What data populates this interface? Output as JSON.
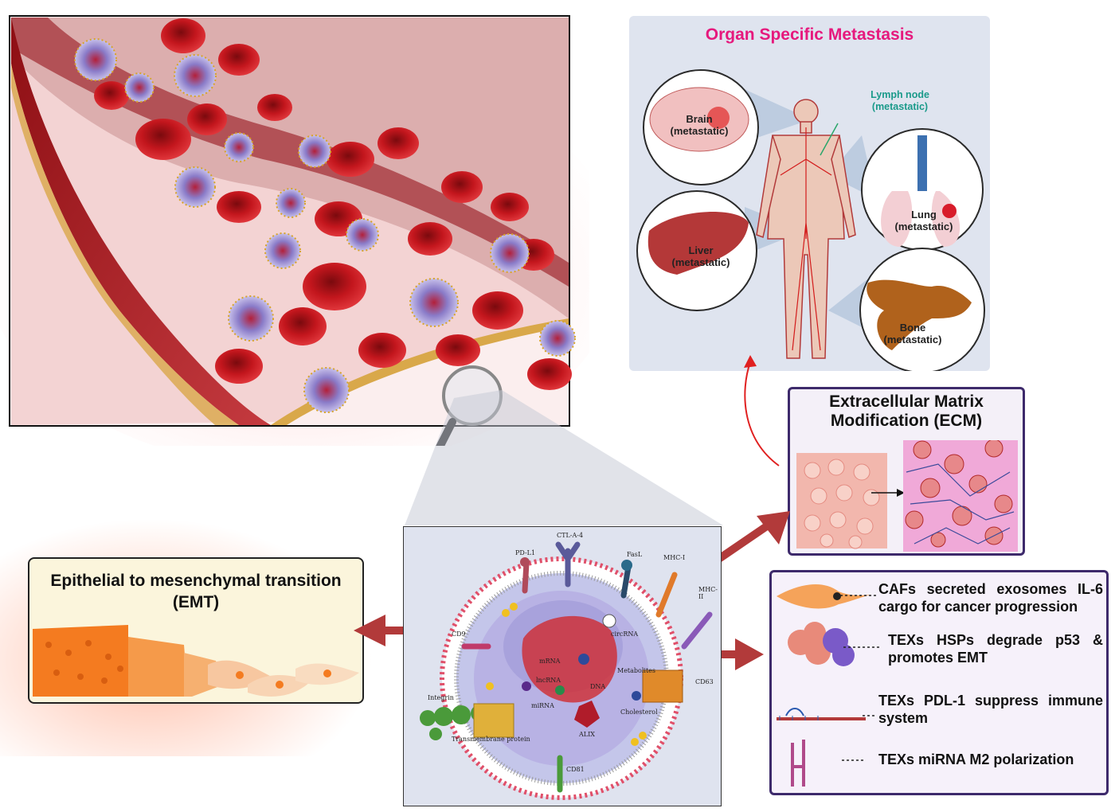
{
  "metastasis": {
    "title": "Organ Specific Metastasis",
    "lymph": "Lymph node\n(metastatic)",
    "brain": "Brain\n(metastatic)",
    "liver": "Liver\n(metastatic)",
    "lung": "Lung\n(metastatic)",
    "bone": "Bone\n(metastatic)"
  },
  "ecm": {
    "title": "Extracellular Matrix\nModification (ECM)"
  },
  "emt": {
    "title": "Epithelial to mesenchymal transition\n(EMT)"
  },
  "exosome_labels": {
    "ctla4": "CTL-A-4",
    "pdl1": "PD-L1",
    "fasl": "FasL",
    "mhc1": "MHC-I",
    "mhc2": "MHC-II",
    "cd9": "CD9",
    "cd63": "CD63",
    "cd81": "CD81",
    "circrna": "circRNA",
    "mrna": "mRNA",
    "lncrna": "lncRNA",
    "mirna": "miRNA",
    "dna": "DNA",
    "metabolites": "Metabolites",
    "alix": "ALIX",
    "cholesterol": "Cholesterol",
    "integrin": "Integrin",
    "transmembrane": "Transmembrane protein"
  },
  "legend": [
    {
      "line1": "CAFs secreted exosomes IL-6",
      "line2": "cargo for cancer progression"
    },
    {
      "line1": "TEXs HSPs degrade p53 &",
      "line2": "promotes EMT"
    },
    {
      "line1": "TEXs PDL-1 suppress immune",
      "line2": "system"
    },
    {
      "line1": "TEXs miRNA M2 polarization",
      "line2": ""
    }
  ],
  "colors": {
    "title_magenta": "#e6197d",
    "teal": "#1a9a8a",
    "arrow": "#b23a3a",
    "panel_border": "#3d2a6b",
    "blood": "#b3131b"
  }
}
